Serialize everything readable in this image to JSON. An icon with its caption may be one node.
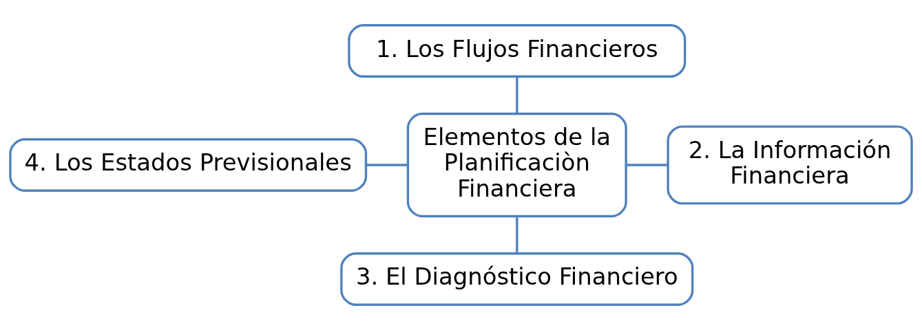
{
  "diagram": {
    "nodes": [
      {
        "text": [
          "1. Los Flujos Financieros"
        ]
      },
      {
        "text": [
          "4. Los Estados Previsionales"
        ]
      },
      {
        "text": [
          "Elementos de la Planificaciòn Financiera"
        ]
      },
      {
        "text": [
          "2. La Información Financiera"
        ]
      },
      {
        "text": [
          "3. El Diagnóstico Financiero"
        ]
      }
    ],
    "edges": [
      {
        "from": 0,
        "to": 2,
        "arrow": "none"
      },
      {
        "from": 1,
        "to": 2,
        "arrow": "none"
      },
      {
        "from": 2,
        "to": 3,
        "arrow": "none"
      },
      {
        "from": 2,
        "to": 4,
        "arrow": "none"
      }
    ]
  }
}
